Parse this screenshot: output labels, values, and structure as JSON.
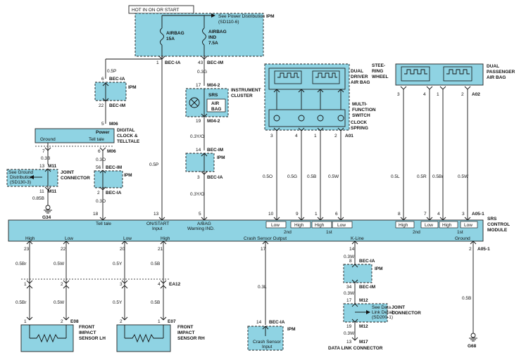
{
  "top": {
    "hot_label": "HOT IN ON OR START",
    "see_power": "See Power Distribution",
    "see_power_ref": "(SD110-6)",
    "ipm": "IPM",
    "fuse_airbag_1": "AIRBAG",
    "fuse_airbag_2": "15A",
    "fuse_ind_1": "AIRBAG",
    "fuse_ind_2": "IND",
    "fuse_ind_3": "7.5A"
  },
  "left": {
    "pin1": "1",
    "bec_ia_1": "BEC-IA",
    "w_05p_a": "0.5P",
    "pin6": "6",
    "bec_ia_2": "BEC-IA",
    "ipm_2": "IPM",
    "pin22": "22",
    "bec_im_1": "BEC-IM",
    "pin5": "5",
    "m06_1": "M06",
    "power": "Power",
    "digital_1": "DIGITAL",
    "digital_2": "CLOCK &",
    "digital_3": "TELLTALE",
    "ground": "Ground",
    "telltale": "Tell tale",
    "pin7": "7",
    "pin6b": "6",
    "m06_2": "M06",
    "w_03b": "0.3B",
    "w_03o_a": "0.3O",
    "pin13": "13",
    "m11_1": "M11",
    "see_ground_1": "See Ground",
    "see_ground_2": "Distribution",
    "see_ground_3": "(SD130-3)",
    "joint_1": "JOINT",
    "joint_2": "CONNECTOR",
    "pin11": "11",
    "m11_2": "M11",
    "w_085b": "0.85B",
    "g34": "G34",
    "pin56": "56",
    "bec_im_2": "BEC-IM",
    "ipm_3": "IPM",
    "pin2": "2",
    "bec_ia_3": "BEC-IA",
    "w_03o_b": "0.3O",
    "pin18": "18",
    "w_05p_b": "0.5P",
    "pin13b": "13"
  },
  "mid": {
    "pin43": "43",
    "bec_im": "BEC-IM",
    "w_03g": "0.3G",
    "pin17": "17",
    "m04_1": "M04-2",
    "srs": "SRS",
    "air": "AIR",
    "bag": "BAG",
    "instrument_1": "INSTRUMENT",
    "instrument_2": "CLUSTER",
    "pin19": "19",
    "m04_2": "M04-2",
    "w_03yo_a": "0.3Y/O",
    "pin14": "14",
    "bec_im_2": "BEC-IM",
    "ipm": "IPM",
    "pin3": "3",
    "bec_ia": "BEC-IA",
    "w_03yo_b": "0.3Y/O",
    "pin5": "5"
  },
  "right_top": {
    "steer_1": "STEE-",
    "steer_2": "RING",
    "steer_3": "WHEEL",
    "dual_driver_1": "DUAL",
    "dual_driver_2": "DRIVER",
    "dual_driver_3": "AIR BAG",
    "multi_1": "MULTI-",
    "multi_2": "FUNCTION",
    "multi_3": "SWITCH",
    "clock_1": "CLOCK",
    "clock_2": "SPRING",
    "pins_a01": [
      "3",
      "4",
      "1",
      "2"
    ],
    "a01": "A01",
    "wires_a01": [
      "0.5O",
      "0.5G",
      "0.5B",
      "0.5W"
    ],
    "dual_pass_1": "DUAL",
    "dual_pass_2": "PASSENGER",
    "dual_pass_3": "AIR BAG",
    "pins_a02": [
      "3",
      "4",
      "1",
      "2"
    ],
    "a02": "A02",
    "wires_a02": [
      "0.5L",
      "0.5R",
      "0.5Br",
      "0.5W"
    ]
  },
  "module": {
    "pins_top": [
      "18",
      "13",
      "5",
      "10",
      "9",
      "1",
      "6",
      "8",
      "7",
      "4",
      "3"
    ],
    "a05": "A05-1",
    "title_1": "SRS",
    "title_2": "CONTROL",
    "title_3": "MODULE",
    "tell_tale": "Tell tale",
    "on_start_1": "ON/START",
    "on_start_2": "Input",
    "abag_1": "A/BAG",
    "abag_2": "Warning IND.",
    "low": "Low",
    "high": "High",
    "second": "2nd",
    "first": "1st",
    "crash_out": "Crash Sensor Output",
    "kline": "K-Line",
    "ground": "Ground",
    "pins_bottom": [
      "23",
      "22",
      "20",
      "21",
      "17",
      "14",
      "2"
    ],
    "a05_b": "A05-1"
  },
  "bottom": {
    "w_05br": "0.5Br",
    "w_05w": "0.5W",
    "w_05y": "0.5Y",
    "w_05b": "0.5B",
    "ea12": "EA12",
    "e08": "E08",
    "e07": "E07",
    "front_lh_1": "FRONT",
    "front_lh_2": "IMPACT",
    "front_lh_3": "SENSOR LH",
    "front_rh_1": "FRONT",
    "front_rh_2": "IMPACT",
    "front_rh_3": "SENSOR RH",
    "w_03l": "0.3L",
    "pin14": "14",
    "bec_ia": "BEC-IA",
    "ipm": "IPM",
    "crash_in_1": "Crash Sensor",
    "crash_in_2": "Input",
    "w_03w": "0.3W",
    "pin8": "8",
    "bec_ia_2": "BEC-IA",
    "ipm_2": "IPM",
    "pin34": "34",
    "bec_im": "BEC-IM",
    "pin17": "17",
    "m12": "M12",
    "see_data_1": "See Data",
    "see_data_2": "Link Details",
    "see_data_3": "(SD200-1)",
    "joint_1": "JOINT",
    "joint_2": "CONNECTOR",
    "pin19": "19",
    "m12_2": "M12",
    "pin13": "13",
    "m17": "M17",
    "dlc": "DATA LINK CONNECTOR",
    "w_05b_g": "0.5B",
    "g68": "G68"
  }
}
